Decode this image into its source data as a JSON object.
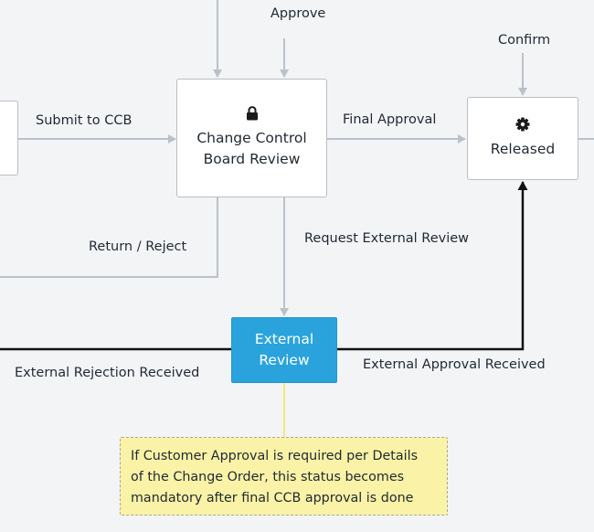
{
  "nodes": {
    "ccb_review": {
      "title_line1": "Change Control",
      "title_line2": "Board Review",
      "icon": "lock-icon"
    },
    "released": {
      "title": "Released",
      "icon": "gear-icon"
    },
    "external_review": {
      "title_line1": "External",
      "title_line2": "Review"
    }
  },
  "edges": {
    "approve": "Approve",
    "confirm": "Confirm",
    "submit_to_ccb": "Submit to CCB",
    "final_approval": "Final Approval",
    "return_reject": "Return / Reject",
    "request_external_review": "Request External Review",
    "external_rejection_received": "External Rejection Received",
    "external_approval_received": "External Approval Received"
  },
  "note": {
    "lines": [
      "If Customer Approval is required per Details",
      "of the Change Order, this status becomes",
      "mandatory after final CCB approval is done"
    ]
  },
  "colors": {
    "background": "#f3f4f6",
    "connector": "#b9c2ca",
    "highlight_connector": "#111111",
    "external_review_fill": "#2aa3dc",
    "note_fill": "#faf2a6",
    "note_connector": "#f2ea7a"
  }
}
